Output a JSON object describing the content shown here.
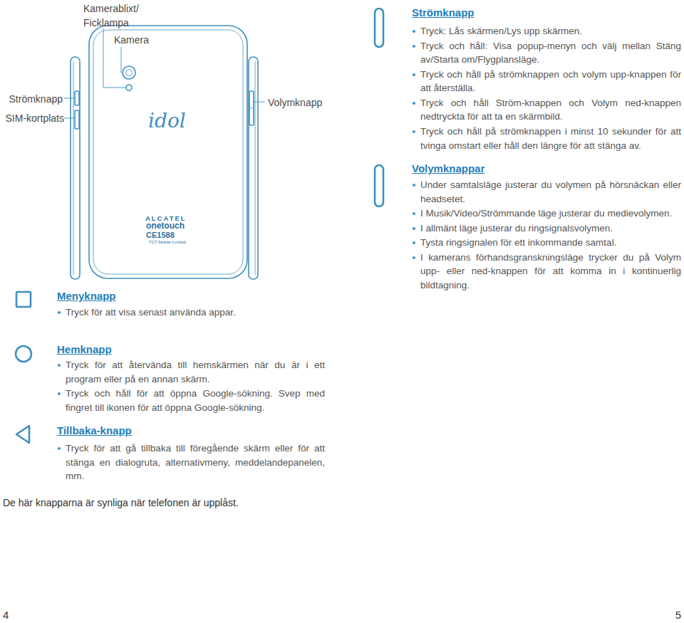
{
  "diagram": {
    "labels": [
      "Kamerablixt/ Ficklampa",
      "Kamera",
      "Strömknapp",
      "SIM-kortplats",
      "Volymknapp",
      "idol",
      "ALCATEL",
      "onetouch",
      "CE1588",
      "TCT Mobile Limited",
      "Strömknapp",
      "Tryck: Lås skärmen/Lys upp skärmen.",
      "Tryck och håll: Visa popup-menyn och välj mellan Stäng av/Starta om/Flygplansläge.",
      "Tryck och håll på strömknappen och volym upp-knappen för att återställa.",
      "Tryck och håll Ström-knappen och Volym ned-knappen nedtryckta för att ta en skärmbild.",
      "Tryck och håll på strömknappen i minst 10 sekunder för att tvinga omstart eller håll den längre för att stänga av.",
      "Volymknappar",
      "Under samtalsläge justerar du volymen på hörsnäckan eller headsetet.",
      "I Musik/Video/Strömmande läge justerar du medievolymen.",
      "I allmänt läge justerar du ringsignalsvolymen.",
      "Tysta ringsignalen för ett inkommande samtal.",
      "I kamerans förhandsgranskningsläge trycker du på Volym upp- eller ned-knappen för att komma in i kontinuerlig bildtagning.",
      "Menyknapp",
      "Tryck för att visa senast använda appar.",
      "Hemknapp",
      "Tryck för att återvända till hemskärmen när du är i ett program eller på en annan skärm.",
      "Tryck och håll för att öppna Google-sökning. Svep med fingret till ikonen för att öppna Google-sökning.",
      "Tillbaka-knapp",
      "Tryck för att gå tillbaka till föregående skärm eller för att stänga en dialogruta, alternativmeny, meddelandepanelen, mm.",
      "De här knapparna är synliga när telefonen är upplåst.",
      "4",
      "5"
    ]
  }
}
